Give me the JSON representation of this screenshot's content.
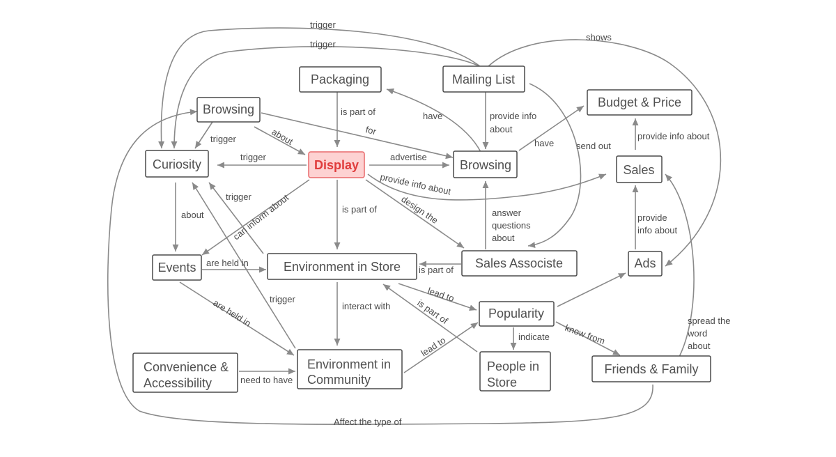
{
  "nodes": {
    "packaging": "Packaging",
    "mailing_list": "Mailing List",
    "budget_price": "Budget & Price",
    "browsing_top": "Browsing",
    "curiosity": "Curiosity",
    "display": "Display",
    "browsing_mid": "Browsing",
    "sales": "Sales",
    "events": "Events",
    "env_store": "Environment in Store",
    "sales_associate": "Sales Associste",
    "ads": "Ads",
    "popularity": "Popularity",
    "convenience": [
      "Convenience &",
      "Accessibility"
    ],
    "env_community": [
      "Environment in",
      "Community"
    ],
    "people_store": [
      "People in",
      "Store"
    ],
    "friends_family": "Friends & Family"
  },
  "edges": {
    "trigger_top": "trigger",
    "trigger_second": "trigger",
    "shows": "shows",
    "is_part_of_pkg": "is part of",
    "have_pkg": "have",
    "provide_info_about_mail": [
      "provide info",
      "about"
    ],
    "have_budget": "have",
    "send_out": "send out",
    "provide_info_about_budget": "provide info about",
    "trigger_browse_cur": "trigger",
    "about_browse_display": "about",
    "for_browse": "for",
    "trigger_display_cur": "trigger",
    "advertise": "advertise",
    "provide_info_about_sales": "provide info about",
    "design_the": "design the",
    "trigger_env_cur": "trigger",
    "can_inform_about": "can inform about",
    "about_cur_events": "about",
    "is_part_of_display_env": "is part of",
    "answer_questions": [
      "answer",
      "questions",
      "about"
    ],
    "provide_info_about_ads": [
      "provide",
      "info about"
    ],
    "are_held_in_env": "are held in",
    "is_part_of_assoc": "is part of",
    "lead_to_pop": "lead to",
    "is_part_of_people": "is part of",
    "trigger_comm_cur": "trigger",
    "are_held_in_comm": "are held in",
    "interact_with": "interact with",
    "lead_to_comm": "lead to",
    "indicate": "indicate",
    "know_from": "know from",
    "spread_the_word": [
      "spread the",
      "word",
      "about"
    ],
    "need_to_have": "need to have",
    "affect_the_type_of": "Affect the type of"
  }
}
